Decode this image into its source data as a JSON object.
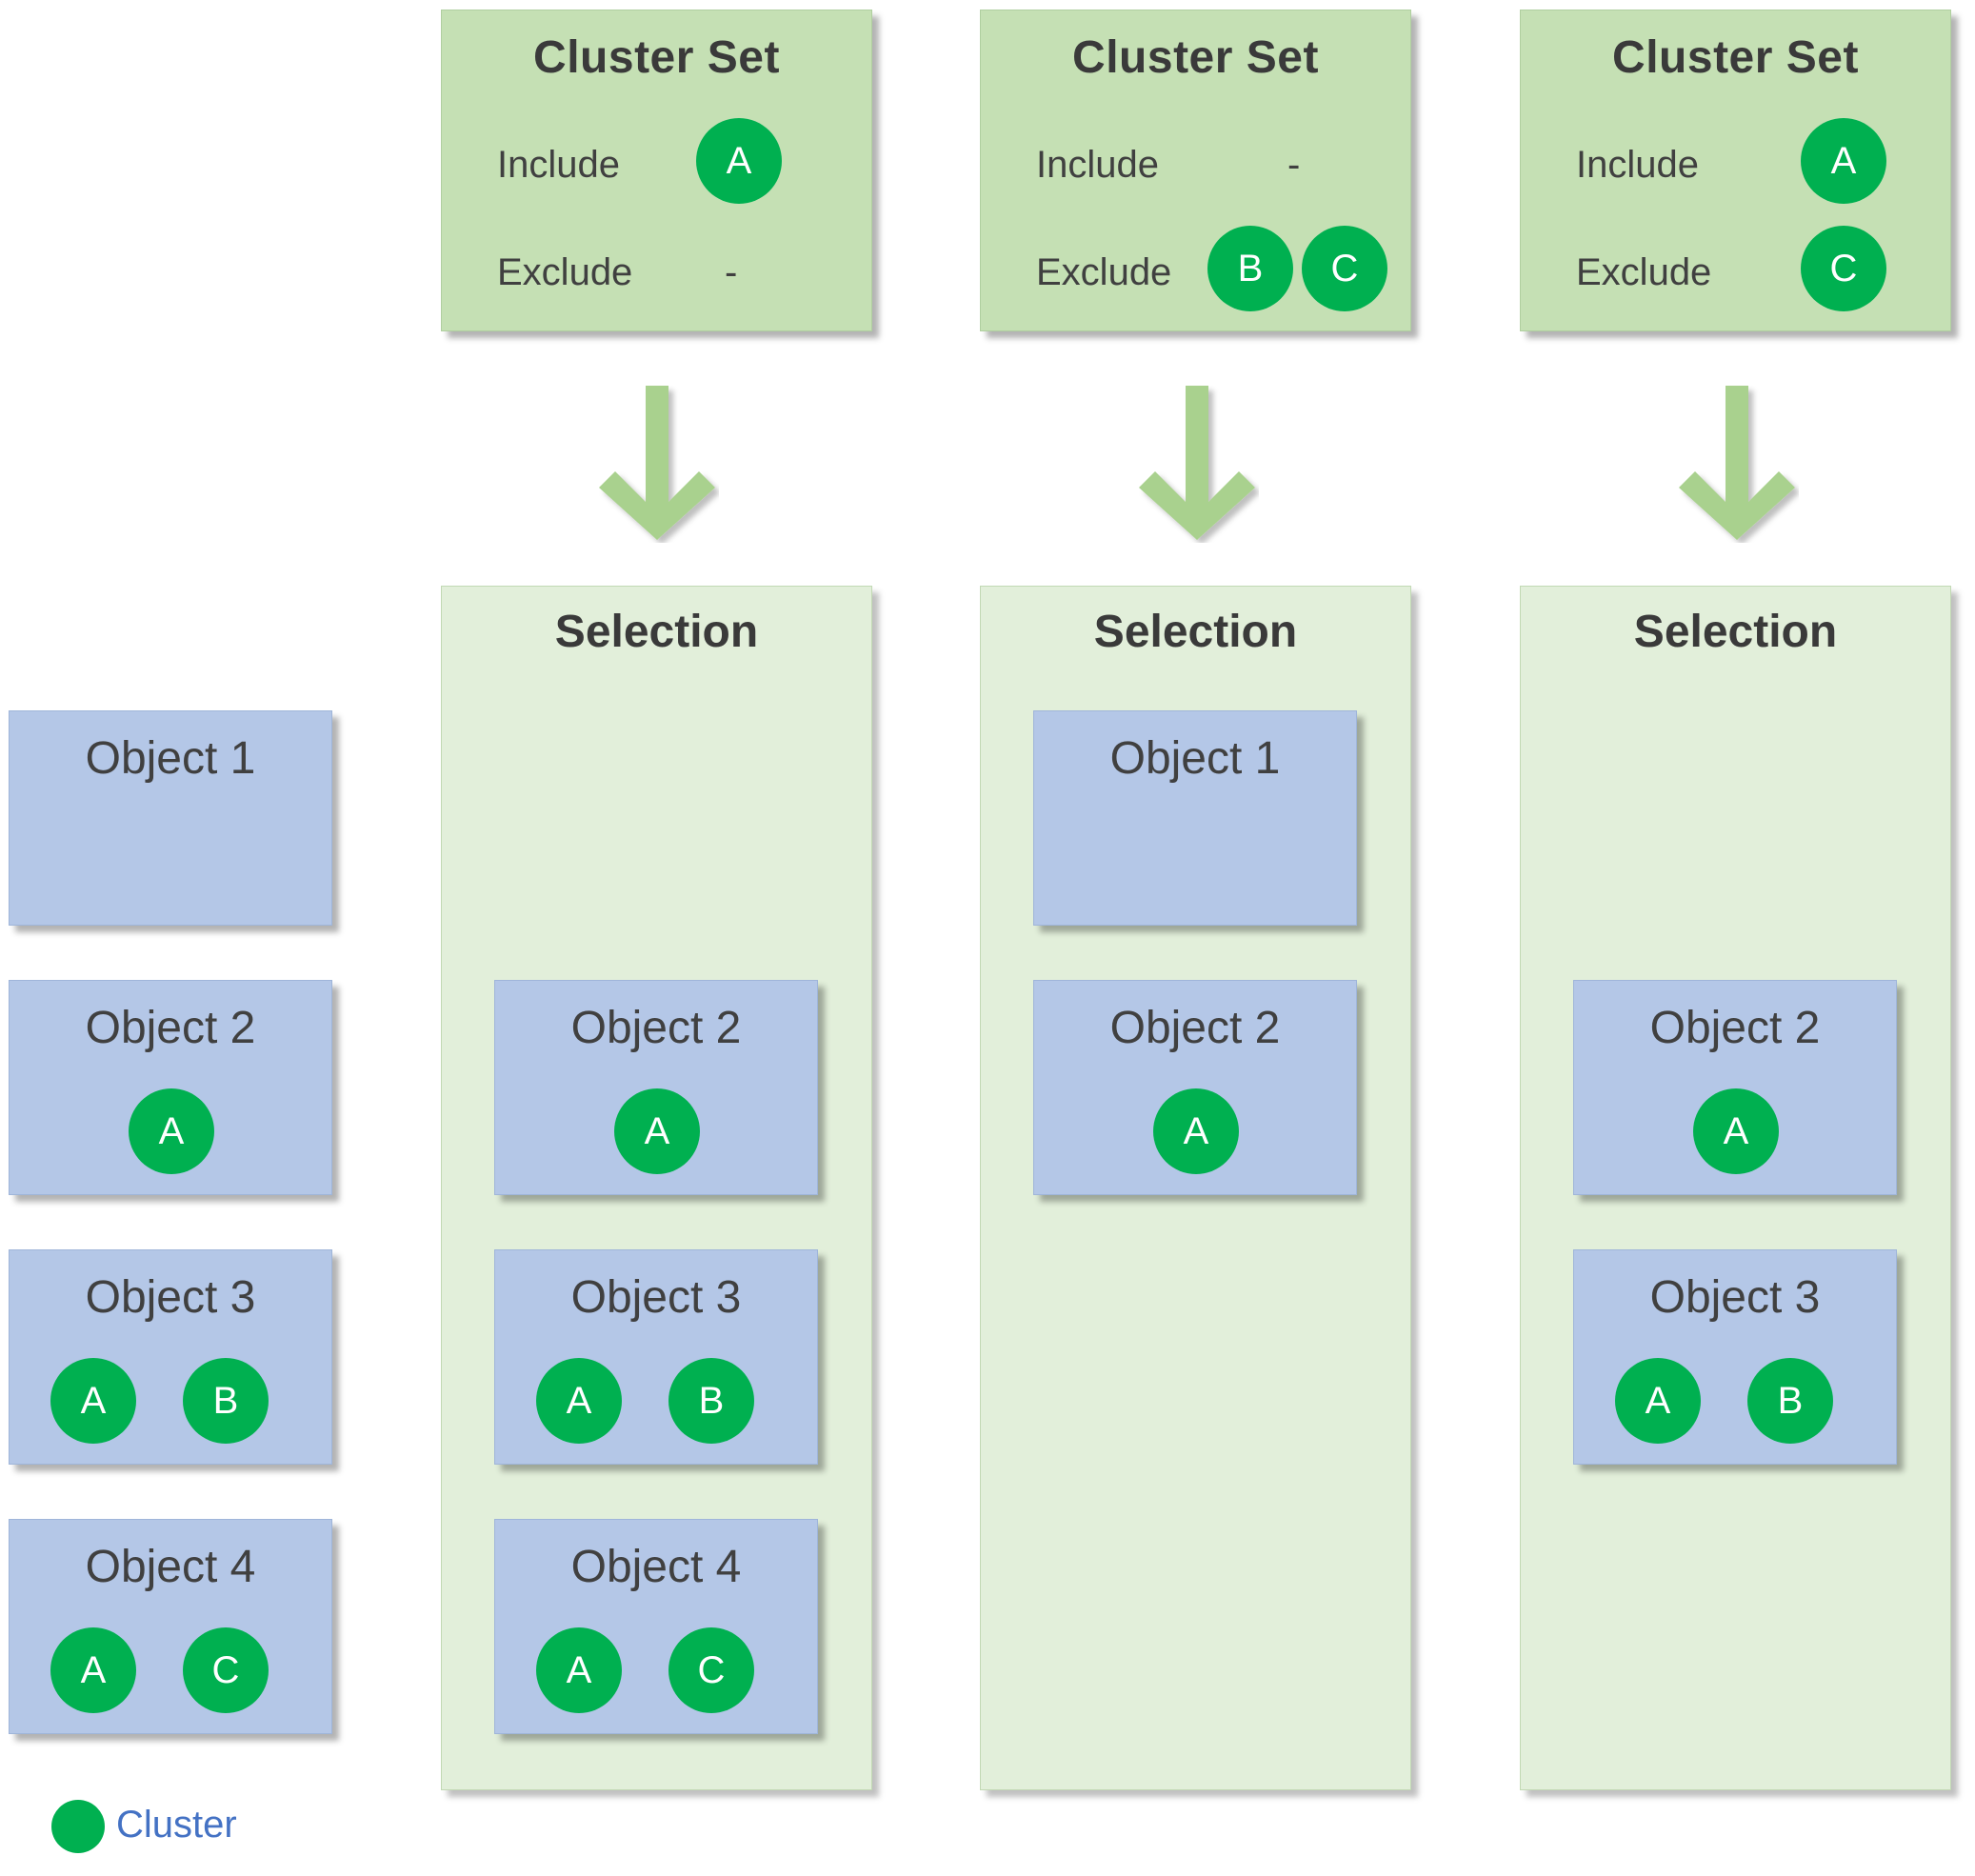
{
  "colors": {
    "cluster": "#00b050",
    "cluster_set_box": "#c5e0b4",
    "selection_panel": "#e2efda",
    "object_box": "#b4c7e7",
    "arrow": "#a9d18e",
    "legend_text": "#4472c4"
  },
  "cluster_sets": [
    {
      "title": "Cluster Set",
      "include_label": "Include",
      "exclude_label": "Exclude",
      "include": [
        "A"
      ],
      "exclude": [],
      "include_empty": "",
      "exclude_empty": "-"
    },
    {
      "title": "Cluster Set",
      "include_label": "Include",
      "exclude_label": "Exclude",
      "include": [],
      "exclude": [
        "B",
        "C"
      ],
      "include_empty": "-",
      "exclude_empty": ""
    },
    {
      "title": "Cluster Set",
      "include_label": "Include",
      "exclude_label": "Exclude",
      "include": [
        "A"
      ],
      "exclude": [
        "C"
      ],
      "include_empty": "",
      "exclude_empty": ""
    }
  ],
  "objects": [
    {
      "name": "Object 1",
      "clusters": []
    },
    {
      "name": "Object 2",
      "clusters": [
        "A"
      ]
    },
    {
      "name": "Object 3",
      "clusters": [
        "A",
        "B"
      ]
    },
    {
      "name": "Object 4",
      "clusters": [
        "A",
        "C"
      ]
    }
  ],
  "selections": [
    {
      "title": "Selection",
      "objects": [
        {
          "name": "Object 2",
          "clusters": [
            "A"
          ]
        },
        {
          "name": "Object 3",
          "clusters": [
            "A",
            "B"
          ]
        },
        {
          "name": "Object 4",
          "clusters": [
            "A",
            "C"
          ]
        }
      ]
    },
    {
      "title": "Selection",
      "objects": [
        {
          "name": "Object 1",
          "clusters": []
        },
        {
          "name": "Object 2",
          "clusters": [
            "A"
          ]
        }
      ]
    },
    {
      "title": "Selection",
      "objects": [
        {
          "name": "Object 2",
          "clusters": [
            "A"
          ]
        },
        {
          "name": "Object 3",
          "clusters": [
            "A",
            "B"
          ]
        }
      ]
    }
  ],
  "legend": {
    "label": "Cluster"
  }
}
